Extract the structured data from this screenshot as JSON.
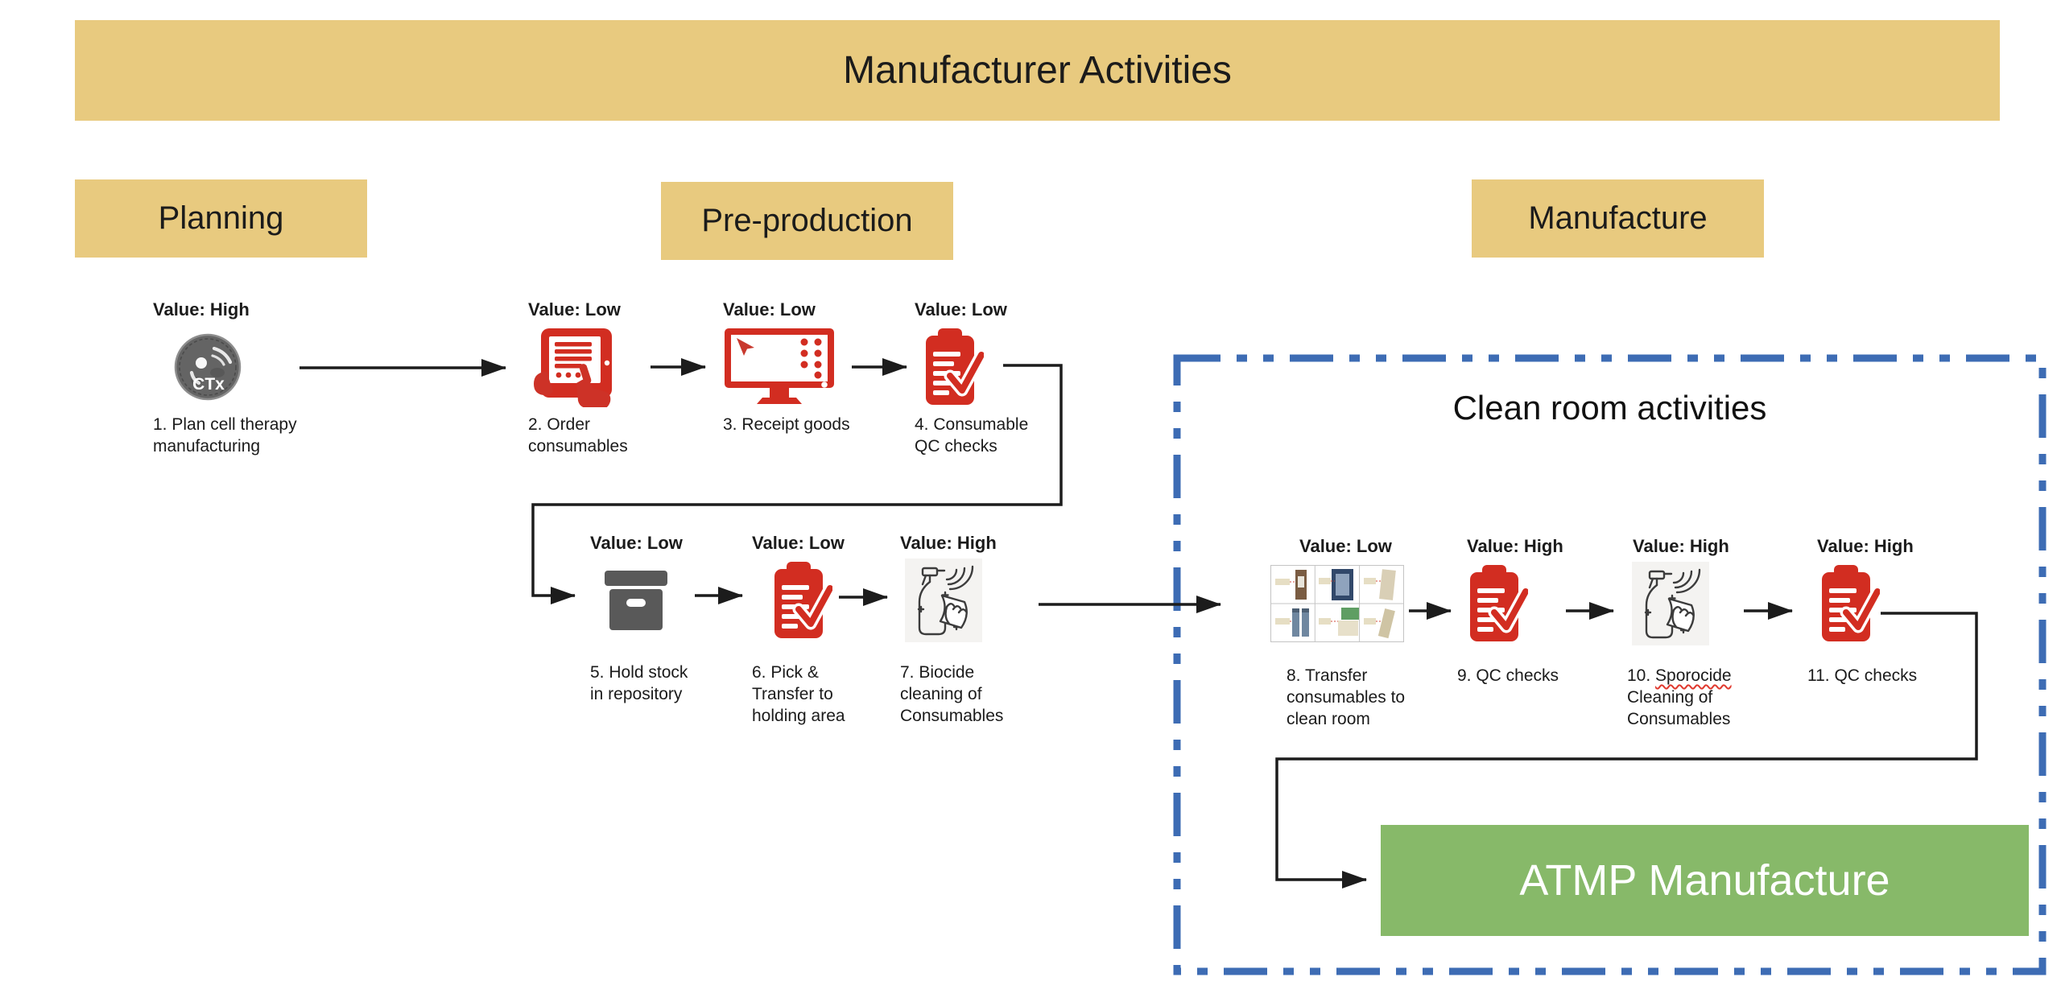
{
  "title": "Manufacturer Activities",
  "phases": {
    "planning": "Planning",
    "pre_production": "Pre-production",
    "manufacture": "Manufacture"
  },
  "clean_room": {
    "title": "Clean room activities"
  },
  "atmp_box": {
    "label": "ATMP Manufacture"
  },
  "steps": [
    {
      "value_label": "Value: High",
      "label": "1. Plan cell therapy manufacturing",
      "icon": "cell-therapy-ctx-icon"
    },
    {
      "value_label": "Value: Low",
      "label": "2. Order consumables",
      "icon": "order-tablet-icon"
    },
    {
      "value_label": "Value: Low",
      "label": "3. Receipt goods",
      "icon": "receipt-monitor-icon"
    },
    {
      "value_label": "Value: Low",
      "label": "4. Consumable QC checks",
      "icon": "qc-clipboard-icon"
    },
    {
      "value_label": "Value: Low",
      "label": "5. Hold stock in repository",
      "icon": "storage-box-icon"
    },
    {
      "value_label": "Value: Low",
      "label": "6. Pick & Transfer to holding area",
      "icon": "qc-clipboard-icon"
    },
    {
      "value_label": "Value: High",
      "label": "7. Biocide cleaning of Consumables",
      "icon": "spray-cleaning-icon"
    },
    {
      "value_label": "Value: Low",
      "label": "8. Transfer consumables to clean room",
      "icon": "consumables-photos-icon"
    },
    {
      "value_label": "Value: High",
      "label": "9. QC checks",
      "icon": "qc-clipboard-icon"
    },
    {
      "value_label": "Value: High",
      "label_prefix": "10. ",
      "misspelled_word": "Sporocide",
      "label_rest": "Cleaning of Consumables",
      "icon": "spray-cleaning-icon"
    },
    {
      "value_label": "Value: High",
      "label": "11. QC checks",
      "icon": "qc-clipboard-icon"
    }
  ],
  "colors": {
    "phase_fill": "#e8ca7f",
    "clean_room_border": "#3d6cb4",
    "atmp_fill": "#87b969",
    "icon_red": "#d22d21",
    "icon_gray": "#595959",
    "arrow": "#1c1c1c",
    "misspell_underline": "#e0392e"
  }
}
